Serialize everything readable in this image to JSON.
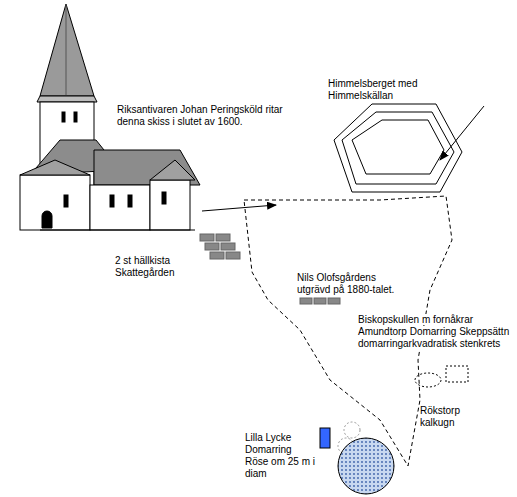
{
  "diagram": {
    "labels": [
      "Riksantivaren Johan Peringsköld ritar denna skiss i slutet av 1600.",
      "Himmelsberget med Himmelskällan",
      "2 st hällkista Skattegården",
      "Nils Olofsgårdens utgrävd på 1880-talet.",
      "Biskopskullen m fornåkrar Amundtorp Domarring Skeppsättn domarringarkvadratisk stenkrets",
      "Rökstorp kalkugn",
      "Lilla Lycke Domarring Röse om 25 m i diam"
    ]
  }
}
